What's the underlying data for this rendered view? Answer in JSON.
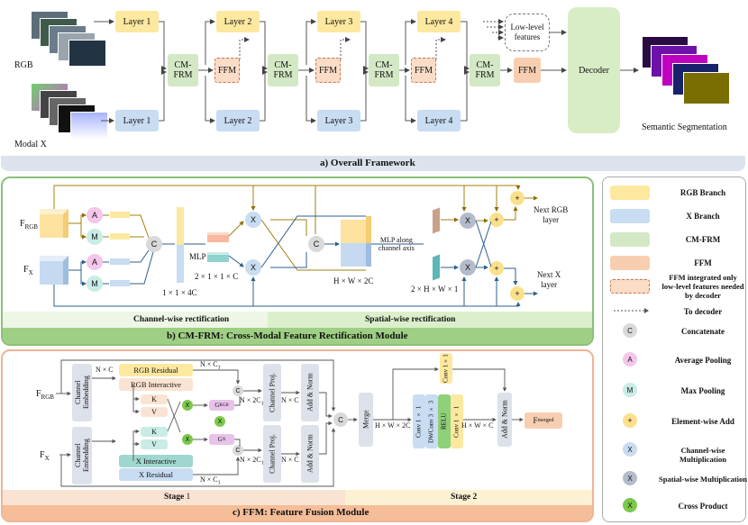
{
  "colors": {
    "rgb_branch": "#fde8a0",
    "x_branch": "#c8dcf2",
    "cm_frm": "#d3e8c4",
    "ffm": "#f8ceb0",
    "avg_pool": "#f4c6ea",
    "max_pool": "#c9ece6",
    "elem_add": "#fbe08c",
    "channel_mul": "#c8dcf2",
    "spatial_mul": "#b4bccc",
    "cross_product": "#7bc94b",
    "concat": "#d9d9d9"
  },
  "section_a": {
    "title": "a)  Overall Framework",
    "rgb_label": "RGB",
    "modal_label": "Modal X",
    "layers_rgb": [
      "Layer 1",
      "Layer 2",
      "Layer 3",
      "Layer 4"
    ],
    "layers_x": [
      "Layer 1",
      "Layer 2",
      "Layer 3",
      "Layer 4"
    ],
    "cmfrm": [
      "CM-\nFRM",
      "CM-\nFRM",
      "CM-\nFRM",
      "CM-\nFRM"
    ],
    "ffm": [
      "FFM",
      "FFM",
      "FFM",
      "FFM"
    ],
    "low_level": "Low-level\nfeatures",
    "decoder": "Decoder",
    "output_label": "Semantic Segmentation"
  },
  "section_b": {
    "title": "b)  CM-FRM: Cross-Modal Feature Rectification Module",
    "f_rgb": "F",
    "f_rgb_sub": "RGB",
    "f_x": "F",
    "f_x_sub": "X",
    "avg": "A",
    "max": "M",
    "concat": "C",
    "mlp": "MLP",
    "dim_1x1x4c": "1 × 1 × 4C",
    "dim_2x1x1xc": "2 × 1 × 1 × C",
    "dim_hxwx2c": "H × W × 2C",
    "mlp_along": "MLP along\nchannel axis",
    "dim_2xhxwx1": "2 × H × W × 1",
    "next_rgb": "Next RGB\nlayer",
    "next_x": "Next X\nlayer",
    "channel_label": "Channel-wise rectification",
    "spatial_label": "Spatial-wise rectification",
    "mul": "X",
    "add": "+"
  },
  "section_c": {
    "title": "c)  FFM: Feature Fusion Module",
    "f_rgb": "F",
    "f_rgb_sub": "RGB",
    "f_x": "F",
    "f_x_sub": "X",
    "channel_embedding": "Channel\nEmbedding",
    "nxc": "N × C",
    "nxc1_top": "N × C",
    "nxc1_top_sub": "1",
    "nxc1_bot": "N × C",
    "nxc1_bot_sub": "1",
    "rgb_residual": "RGB Residual",
    "rgb_interactive": "RGB Interactive",
    "x_interactive": "X Interactive",
    "x_residual": "X Residual",
    "k": "K",
    "v": "V",
    "g_rgb": "G",
    "g_rgb_sub": "RGB",
    "g_x": "G",
    "g_x_sub": "X",
    "nx2c1": "N × 2C",
    "nx2c1_sub": "1",
    "channel_proj": "Channel Proj.",
    "add_norm": "Add & Norm",
    "merge": "Merge",
    "hxwx2c": "H × W × 2C",
    "conv1": "Conv 1×1",
    "conv2": "Conv 1 × 1",
    "dwconv": "DWConv 3 × 3",
    "relu": "RELU",
    "conv3": "Conv 1 × 1",
    "hxwxc": "H × W × C",
    "f_merged": "F",
    "f_merged_sub": "merged",
    "stage1": "Stage",
    "stage1_num": "1",
    "stage2": "Stage 2"
  },
  "legend": [
    {
      "label": "RGB Branch"
    },
    {
      "label": "X Branch"
    },
    {
      "label": "CM-FRM"
    },
    {
      "label": "FFM"
    },
    {
      "label": "FFM integrated only\nlow-level features needed\nby decoder"
    },
    {
      "label": "To decoder"
    },
    {
      "label": "Concatenate",
      "symbol": "C"
    },
    {
      "label": "Average Pooling",
      "symbol": "A"
    },
    {
      "label": "Max Pooling",
      "symbol": "M"
    },
    {
      "label": "Element-wise Add",
      "symbol": "+"
    },
    {
      "label": "Channel-wise Multiplication",
      "symbol": "X"
    },
    {
      "label": "Spatial-wise Multiplication",
      "symbol": "X"
    },
    {
      "label": "Cross Product",
      "symbol": "X"
    }
  ]
}
